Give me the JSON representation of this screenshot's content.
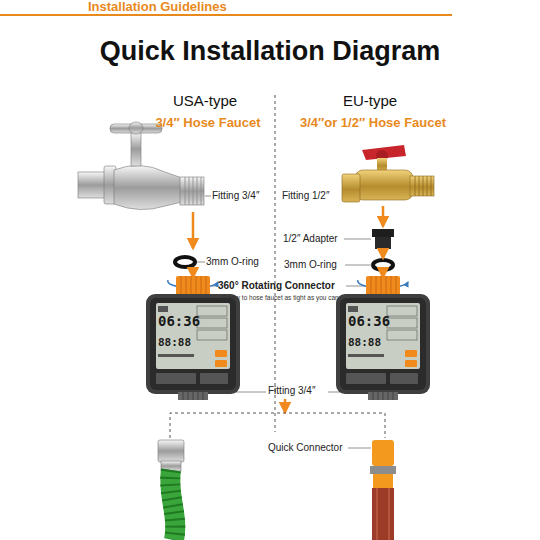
{
  "diagram": {
    "title": "Quick Installation Diagram",
    "labels": [
      "Installation Guidelines",
      "USA-type",
      "EU-type",
      "3/4″ Hose Faucet",
      "3/4″or 1/2″ Hose Faucet",
      "Fitting 3/4″",
      "Fitting 1/2″",
      "1/2″ Adapter",
      "3mm O-ring",
      "3mm O-ring",
      "360° Rotating Connector",
      "Screw to hose faucet as tight as you can.",
      "06:36",
      "88:88",
      "06:36",
      "88:88",
      "Fitting 3/4″",
      "Quick Connector"
    ]
  }
}
